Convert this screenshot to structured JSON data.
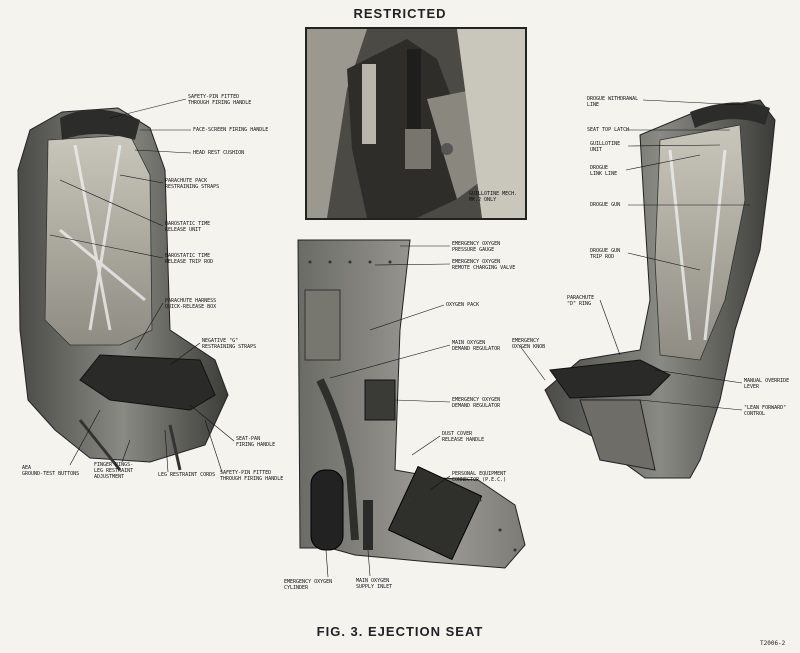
{
  "header": "RESTRICTED",
  "caption": "FIG. 3.  EJECTION SEAT",
  "ref_number": "T2006-2",
  "inset_label": "GUILLOTINE MECH.\nMK.2 ONLY",
  "left_labels": {
    "safety_pin_top": "SAFETY-PIN FITTED\nTHROUGH FIRING HANDLE",
    "face_screen": "FACE-SCREEN FIRING HANDLE",
    "head_rest": "HEAD REST CUSHION",
    "parachute_pack": "PARACHUTE PACK\nRESTRAINING STRAPS",
    "barostatic_unit": "BAROSTATIC TIME\nRELEASE UNIT",
    "barostatic_rod": "BAROSTATIC TIME\nRELEASE TRIP ROD",
    "harness_box": "PARACHUTE HARNESS\nQUICK-RELEASE BOX",
    "negative_g": "NEGATIVE \"G\"\nRESTRAINING STRAPS",
    "seat_pan": "SEAT-PAN\nFIRING HANDLE",
    "aea": "AEA\nGROUND-TEST BUTTONS",
    "finger_ring": "FINGER RINGS-\nLEG RESTRAINT\nADJUSTMENT",
    "leg_cords": "LEG RESTRAINT CORDS",
    "safety_pin_bottom": "SAFETY-PIN FITTED\nTHROUGH FIRING HANDLE"
  },
  "center_labels": {
    "oxygen_gauge": "EMERGENCY OXYGEN\nPRESSURE GAUGE",
    "charging_valve": "EMERGENCY OXYGEN\nREMOTE CHARGING VALVE",
    "oxygen_pack": "OXYGEN PACK",
    "main_regulator": "MAIN OXYGEN\nDEMAND REGULATOR",
    "emerg_knob": "EMERGENCY\nOXYGEN KNOB",
    "emerg_regulator": "EMERGENCY OXYGEN\nDEMAND REGULATOR",
    "dust_cover": "DUST COVER\nRELEASE HANDLE",
    "pec": "PERSONAL EQUIPMENT\nCONNECTOR (P.E.C.)",
    "cylinder": "EMERGENCY OXYGEN\nCYLINDER",
    "supply_inlet": "MAIN OXYGEN\nSUPPLY INLET"
  },
  "right_labels": {
    "drogue_withdrawal": "DROGUE WITHDRAWAL\nLINE",
    "seat_top_latch": "SEAT TOP LATCH",
    "guillotine": "GUILLOTINE\nUNIT",
    "drogue_link": "DROGUE\nLINK LINE",
    "drogue_gun": "DROGUE GUN",
    "drogue_trip": "DROGUE GUN\nTRIP ROD",
    "d_ring": "PARACHUTE\n\"D\" RING",
    "override": "MANUAL OVERRIDE\nLEVER",
    "lean_forward": "\"LEAN FORWARD\"\nCONTROL"
  }
}
